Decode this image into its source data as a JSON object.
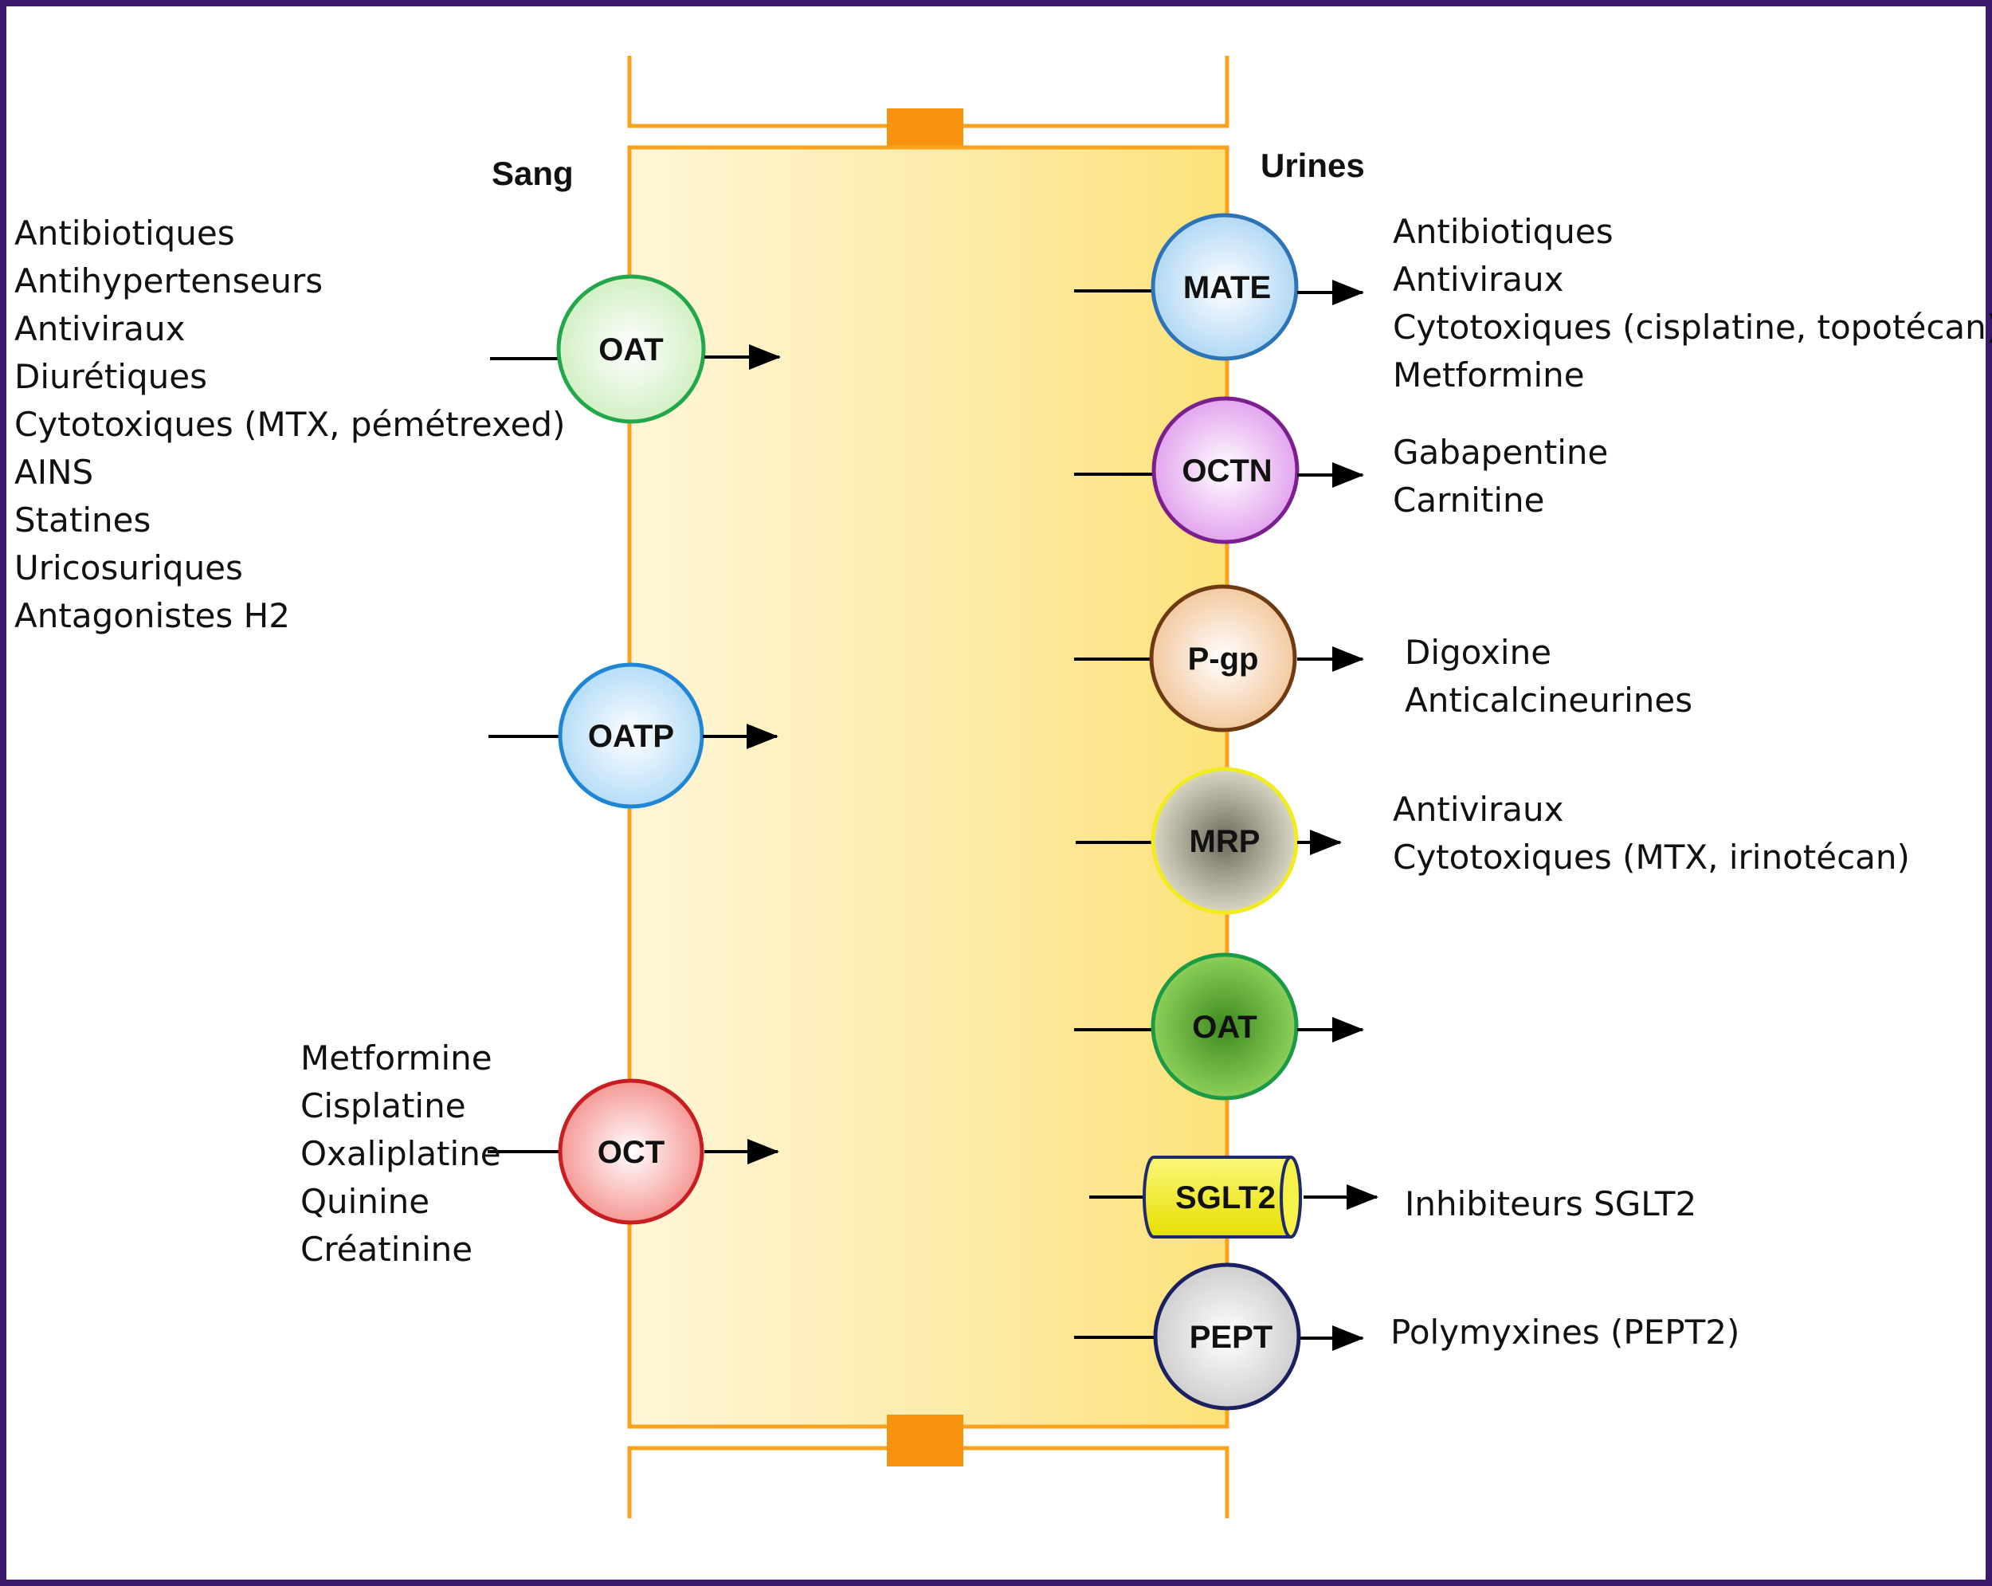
{
  "headers": {
    "left": "Sang",
    "right": "Urines"
  },
  "colors": {
    "frame": "#3b1a6e",
    "membrane": "#f9a21b",
    "junction": "#f7930f",
    "arrow": "#000000",
    "cell_light": "#fff6d8",
    "cell_dark": "#fde27a"
  },
  "transporters": [
    {
      "id": "oat-basal",
      "name": "OAT",
      "side": "basal",
      "fill": "#d2f0c4",
      "stroke": "#22a84a"
    },
    {
      "id": "oatp",
      "name": "OATP",
      "side": "basal",
      "fill": "#b6ddf7",
      "stroke": "#1f86d6"
    },
    {
      "id": "oct",
      "name": "OCT",
      "side": "basal",
      "fill": "#f59a96",
      "stroke": "#c81e22"
    },
    {
      "id": "mate",
      "name": "MATE",
      "side": "apical",
      "fill": "#b2d8f4",
      "stroke": "#2d73b8"
    },
    {
      "id": "octn",
      "name": "OCTN",
      "side": "apical",
      "fill": "#e3a4ee",
      "stroke": "#7b1f8e"
    },
    {
      "id": "pgp",
      "name": "P-gp",
      "side": "apical",
      "fill": "#f3c9a0",
      "stroke": "#6e3a12"
    },
    {
      "id": "mrp",
      "name": "MRP",
      "side": "apical",
      "fill": "#a9a58c",
      "stroke": "#f1ec20"
    },
    {
      "id": "oat-apical",
      "name": "OAT",
      "side": "apical",
      "fill": "#6fb43c",
      "stroke": "#1c9a46"
    },
    {
      "id": "sglt2",
      "name": "SGLT2",
      "side": "apical",
      "fill": "#f2ec1a",
      "stroke": "#1f2a6b"
    },
    {
      "id": "pept",
      "name": "PEPT",
      "side": "apical",
      "fill": "#d9d9d9",
      "stroke": "#1a2060"
    }
  ],
  "substrate_lists": {
    "oat_basal": [
      "Antibiotiques",
      "Antihypertenseurs",
      "Antiviraux",
      "Diurétiques",
      "Cytotoxiques (MTX, pémétrexed)",
      "AINS",
      "Statines",
      "Uricosuriques",
      "Antagonistes H2"
    ],
    "oct": [
      "Metformine",
      "Cisplatine",
      "Oxaliplatine",
      "Quinine",
      "Créatinine"
    ],
    "mate": [
      "Antibiotiques",
      "Antiviraux",
      "Cytotoxiques (cisplatine, topotécan)",
      "Metformine"
    ],
    "octn": [
      "Gabapentine",
      "Carnitine"
    ],
    "pgp": [
      "Digoxine",
      "Anticalcineurines"
    ],
    "mrp": [
      "Antiviraux",
      "Cytotoxiques (MTX, irinotécan)"
    ],
    "sglt2": [
      "Inhibiteurs SGLT2"
    ],
    "pept": [
      "Polymyxines (PEPT2)"
    ]
  }
}
